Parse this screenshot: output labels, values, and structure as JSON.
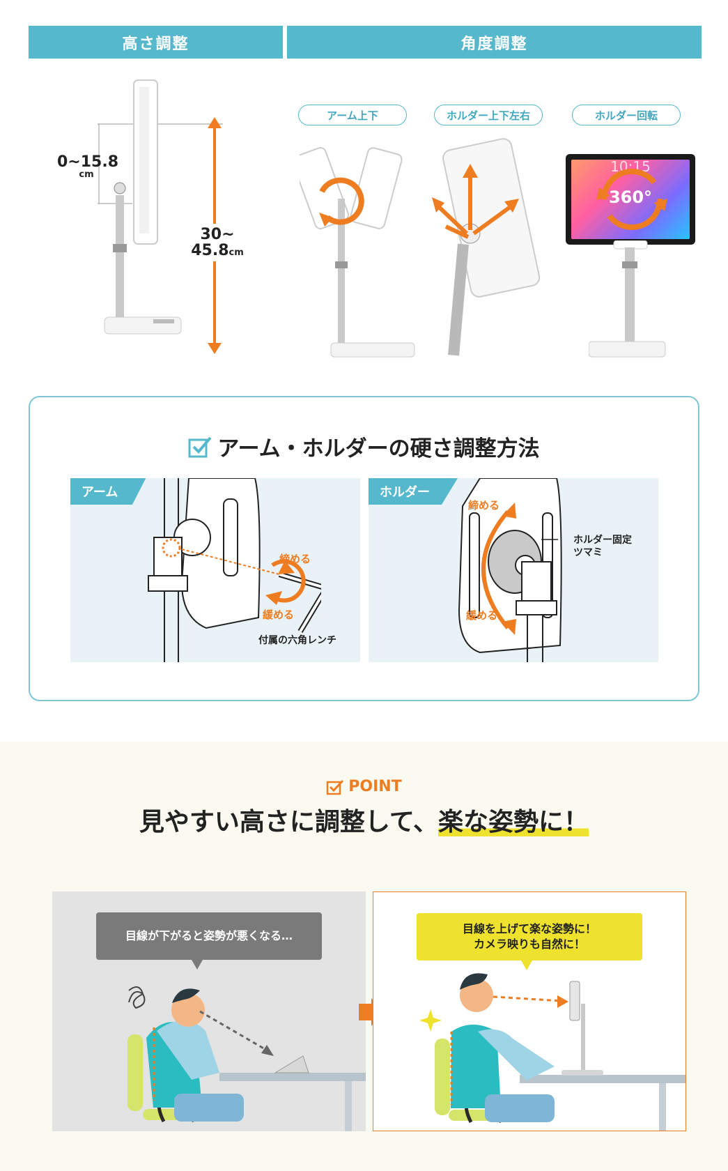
{
  "height_adjust": {
    "header": "高さ調整",
    "range_label_value": "0~15.8",
    "range_label_unit": "cm",
    "total_label_value_1": "30~",
    "total_label_value_2": "45.8",
    "total_label_unit": "cm"
  },
  "angle_adjust": {
    "header": "角度調整",
    "items": [
      {
        "label": "アーム上下"
      },
      {
        "label": "ホルダー上下左右"
      },
      {
        "label": "ホルダー回転"
      }
    ],
    "rotation_badge": "360°",
    "tablet_clock": "10:15"
  },
  "stiffness": {
    "title": "アーム・ホルダーの硬さ調整方法",
    "arm_panel": {
      "tab": "アーム",
      "tighten": "締める",
      "loosen": "緩める",
      "tool": "付属の六角レンチ"
    },
    "holder_panel": {
      "tab": "ホルダー",
      "tighten": "締める",
      "loosen": "緩める",
      "knob_line1": "ホルダー固定",
      "knob_line2": "ツマミ"
    }
  },
  "point": {
    "label": "POINT",
    "headline_prefix": "見やすい高さに調整して、",
    "headline_highlight": "楽な姿勢に！",
    "bad_bubble": "目線が下がると姿勢が悪くなる…",
    "good_bubble_line1": "目線を上げて楽な姿勢に！",
    "good_bubble_line2": "カメラ映りも自然に！"
  },
  "colors": {
    "teal": "#56b8cc",
    "orange": "#ee7d22",
    "yellow": "#eee22e",
    "bubble_gray": "#7a7a7a"
  }
}
